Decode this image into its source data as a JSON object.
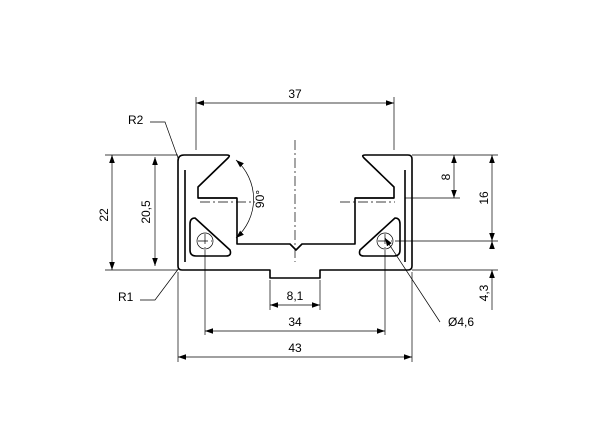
{
  "dimensions": {
    "top_width": "37",
    "corner_radius_top": "R2",
    "corner_radius_bottom": "R1",
    "angle": "90°",
    "total_height": "22",
    "inner_height": "20,5",
    "slot_depth": "8",
    "right_height": "16",
    "bottom_offset": "4,3",
    "hole_diameter": "Ø4,6",
    "slot_width": "8,1",
    "hole_spacing": "34",
    "total_width": "43"
  }
}
